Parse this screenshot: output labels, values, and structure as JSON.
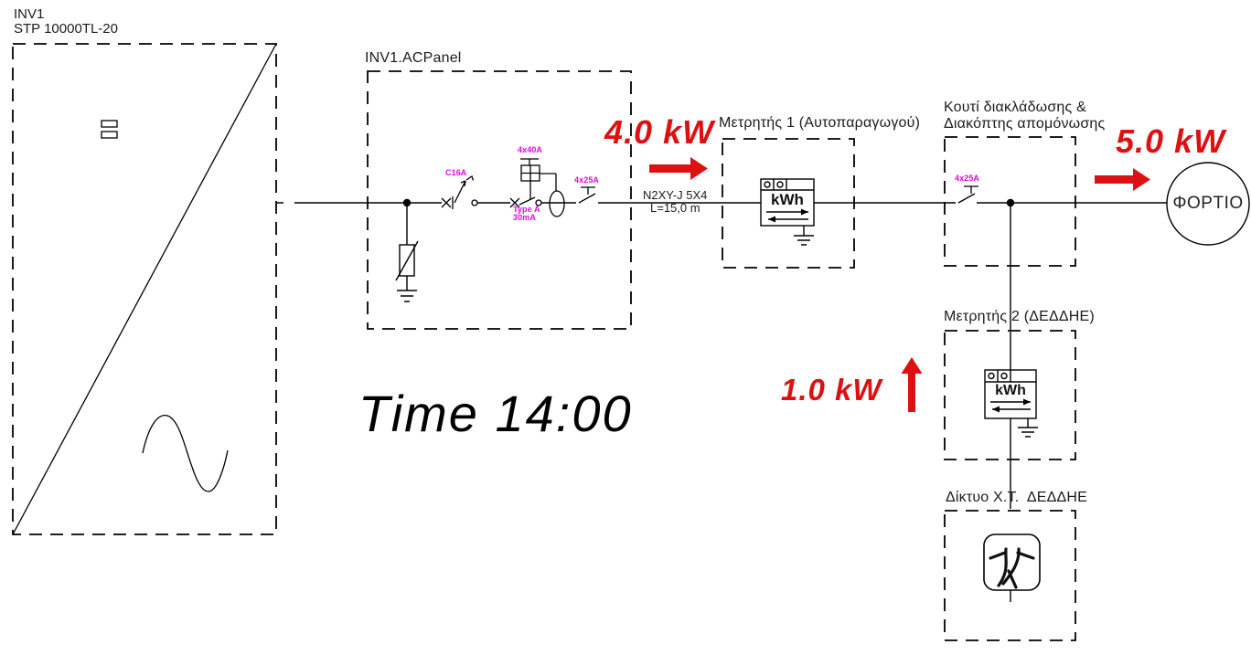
{
  "inverter": {
    "name": "INV1",
    "model": "STP 10000TL-20"
  },
  "ac_panel": {
    "label": "INV1.ACPanel",
    "breaker": "C16A",
    "rcd_rating": "4x40A",
    "rcd_type": "Type A",
    "rcd_sensitivity": "30mA",
    "switch_rating": "4x25A"
  },
  "cable": {
    "type": "N2XY-J 5X4",
    "length": "L=15,0 m"
  },
  "meter1": {
    "label": "Μετρητής 1 (Αυτοπαραγωγού)",
    "unit": "kWh"
  },
  "junction_box": {
    "label_line1": "Κουτί διακλάδωσης &",
    "label_line2": "Διακόπτης απομόνωσης",
    "switch_rating": "4x25A"
  },
  "meter2": {
    "label": "Μετρητής 2 (ΔΕΔΔΗΕ)",
    "unit": "kWh"
  },
  "grid": {
    "label": "Δίκτυο Χ.Τ.  ΔΕΔΔΗΕ"
  },
  "load": {
    "label": "ΦΟΡΤΙΟ"
  },
  "power_flows": {
    "inverter_output": "4.0 kW",
    "load_consumption": "5.0 kW",
    "grid_import": "1.0 kW"
  },
  "time_label": "Time 14:00",
  "colors": {
    "flow_red": "#dd1111",
    "rating_magenta": "#e008e0",
    "line_black": "#000000",
    "background": "#ffffff"
  }
}
